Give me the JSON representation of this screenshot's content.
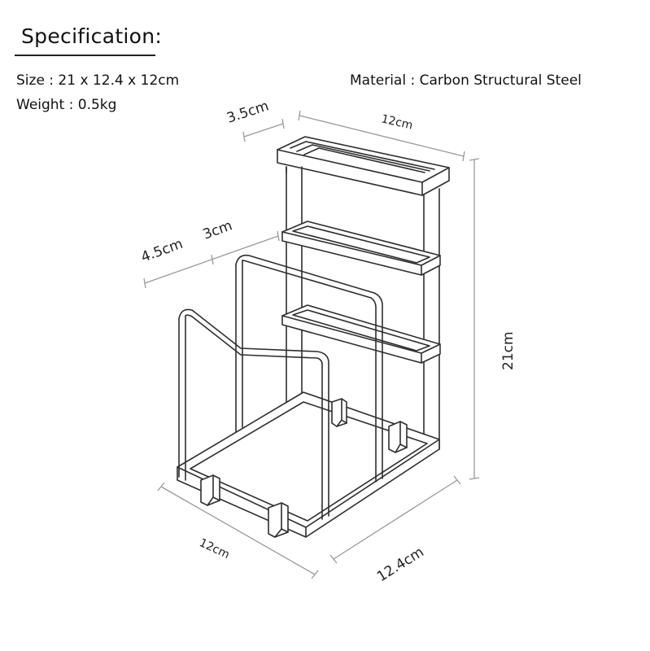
{
  "heading": "Specification:",
  "specs": {
    "size": "Size : 21 x 12.4 x 12cm",
    "weight": "Weight : 0.5kg",
    "material": "Material : Carbon Structural Steel"
  },
  "dimensions": {
    "top_depth": "3.5cm",
    "top_width": "12cm",
    "shelf_depth_left": "4.5cm",
    "shelf_depth_right": "3cm",
    "height": "21cm",
    "base_width": "12cm",
    "base_depth": "12.4cm"
  }
}
